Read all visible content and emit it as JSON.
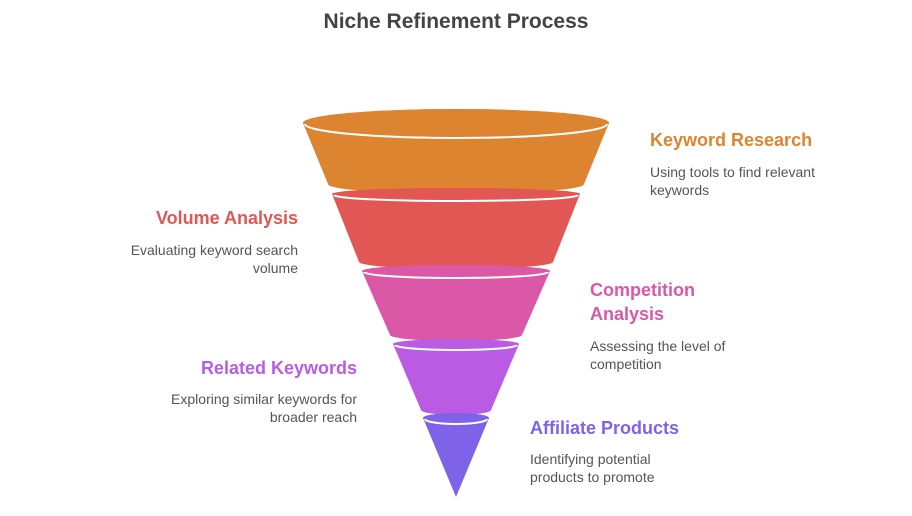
{
  "title": "Niche Refinement Process",
  "stages": [
    {
      "label": "Keyword Research",
      "description": "Using tools to find relevant keywords",
      "color": "#DD8430"
    },
    {
      "label": "Volume Analysis",
      "description": "Evaluating keyword search volume",
      "color": "#E25753"
    },
    {
      "label": "Competition Analysis",
      "description": "Assessing the level of competition",
      "color": "#DB58A7"
    },
    {
      "label": "Related Keywords",
      "description": "Exploring similar keywords for broader reach",
      "color": "#B95CE3"
    },
    {
      "label": "Affiliate Products",
      "description": "Identifying potential products to promote",
      "color": "#7E63E8"
    }
  ]
}
